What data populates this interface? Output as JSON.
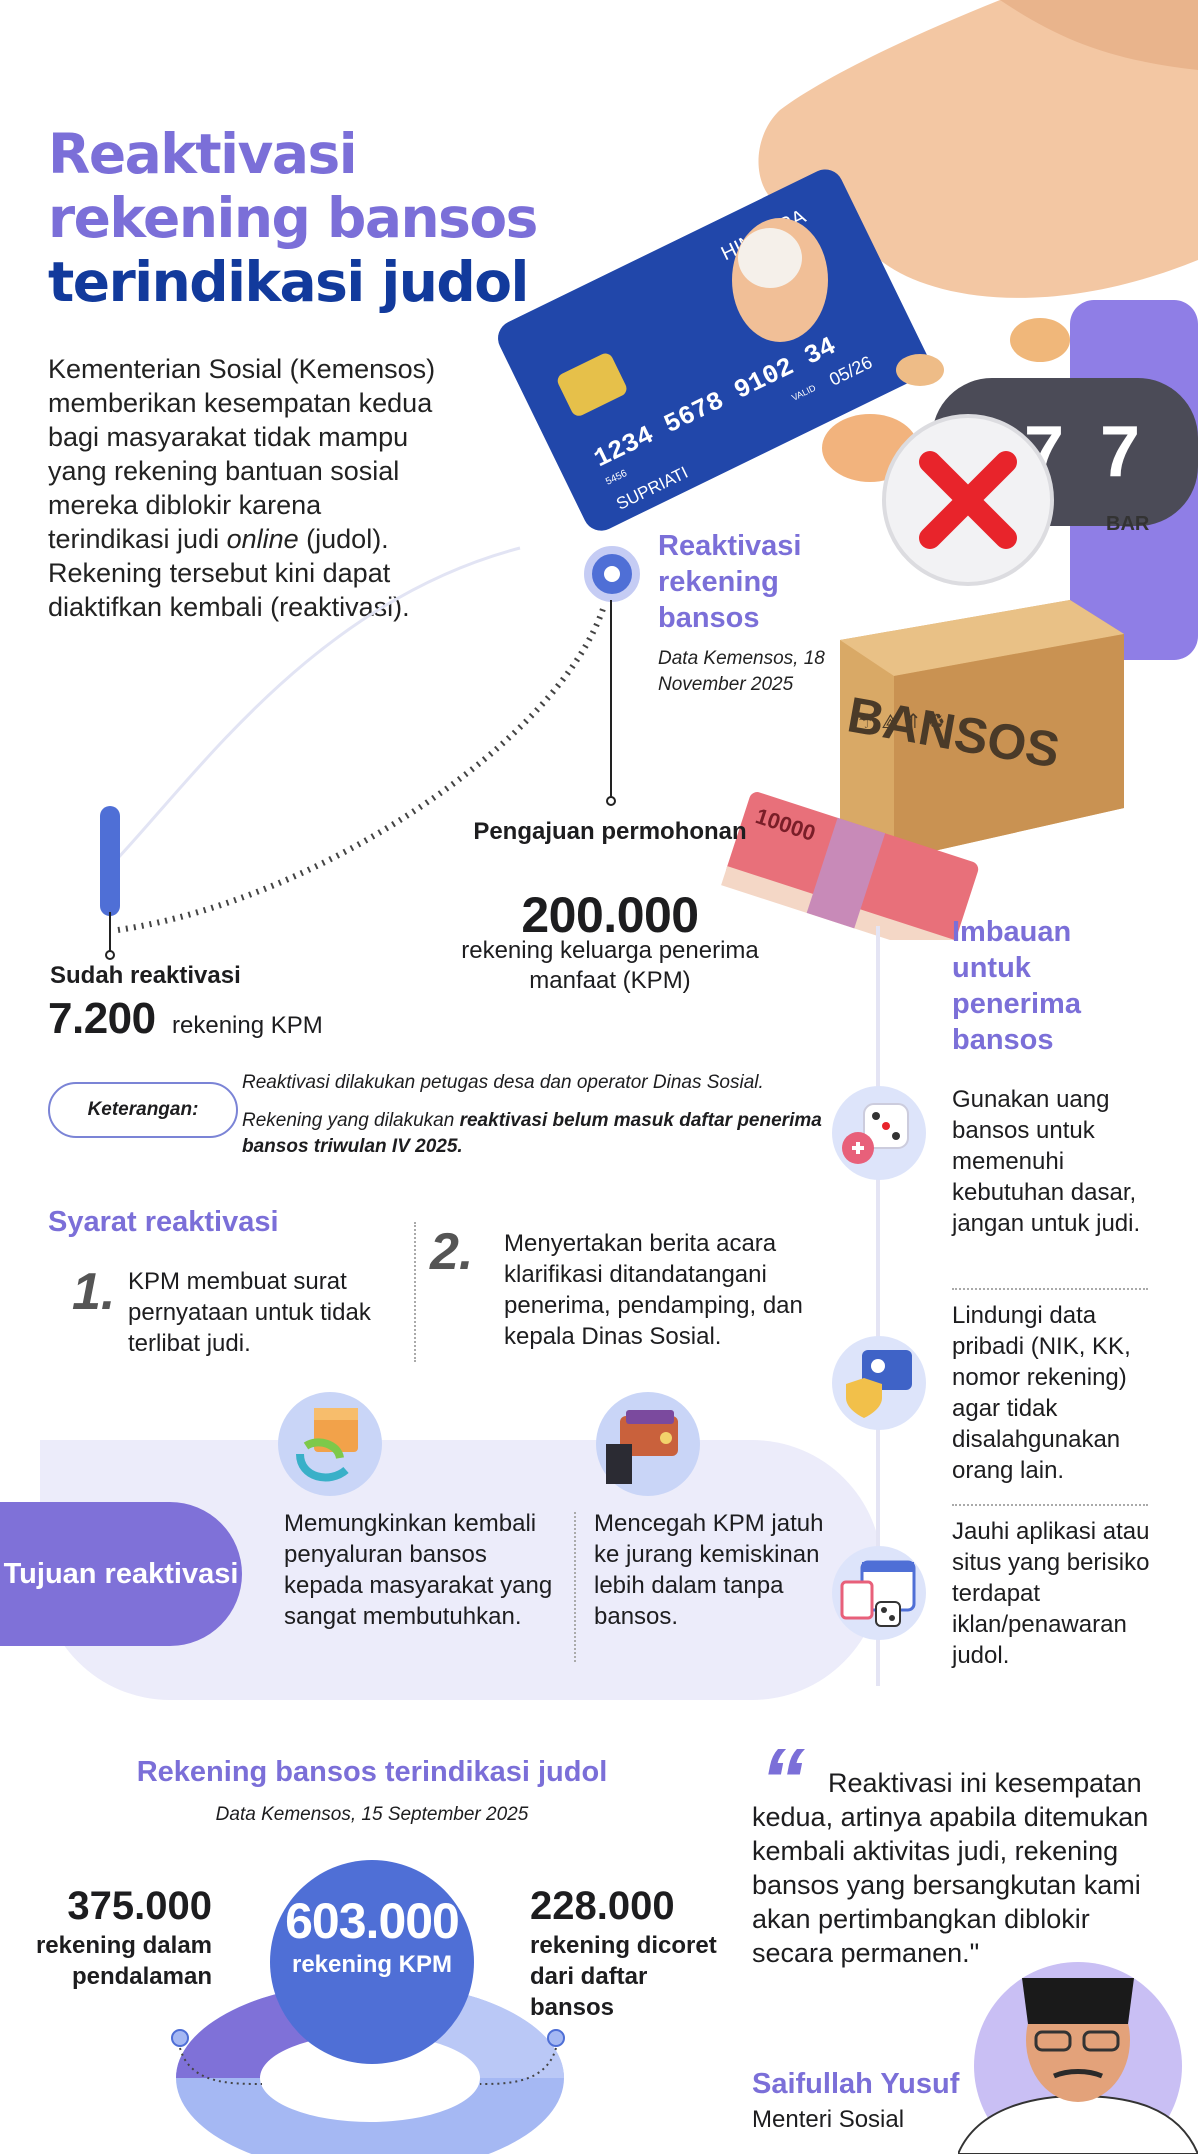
{
  "header": {
    "title_line1": "Reaktivasi",
    "title_line2": "rekening bansos",
    "title_line3": "terindikasi judol"
  },
  "intro": {
    "before_italic": "Kementerian Sosial (Kemensos) memberikan kesempatan kedua bagi masyarakat tidak mampu yang rekening bantuan sosial mereka diblokir karena terindikasi judi ",
    "italic": "online",
    "after_italic": " (judol). Rekening tersebut kini dapat diaktifkan kembali (reaktivasi)."
  },
  "illustration": {
    "card_brand": "HIMBARA",
    "card_number": "1234 5678 9102 34",
    "card_valid_label": "VALID",
    "card_expiry": "05/26",
    "card_holder": "SUPRIATI",
    "card_small": "5456",
    "box_label": "BANSOS",
    "slot_symbol": "7",
    "slot_bar": "BAR",
    "money_value": "10000"
  },
  "timeline": {
    "heading": "Reaktivasi rekening bansos",
    "source": "Data Kemensos, 18 November 2025",
    "pengajuan_label": "Pengajuan permohonan",
    "pengajuan_value": "200.000",
    "pengajuan_desc": "rekening keluarga penerima manfaat (KPM)",
    "sudah_label": "Sudah reaktivasi",
    "sudah_value": "7.200",
    "sudah_desc": "rekening KPM"
  },
  "keterangan": {
    "label": "Keterangan:",
    "line1": "Reaktivasi dilakukan petugas desa dan operator Dinas Sosial.",
    "line2_pre": "Rekening yang dilakukan ",
    "line2_bold": "reaktivasi belum masuk daftar penerima bansos triwulan IV 2025."
  },
  "syarat": {
    "heading": "Syarat reaktivasi",
    "items": [
      {
        "num": "1.",
        "text": "KPM membuat surat pernyataan untuk tidak terlibat judi."
      },
      {
        "num": "2.",
        "text": "Menyertakan berita acara klarifikasi ditandatangani penerima, pendamping, dan kepala Dinas Sosial."
      }
    ]
  },
  "tujuan": {
    "label": "Tujuan reaktivasi",
    "items": [
      "Memungkinkan kembali penyaluran bansos kepada masyarakat yang sangat membutuhkan.",
      "Mencegah KPM jatuh ke jurang kemiskinan lebih dalam tanpa bansos."
    ]
  },
  "imbauan": {
    "heading": "Imbauan untuk penerima bansos",
    "items": [
      "Gunakan uang bansos untuk memenuhi kebutuhan dasar, jangan untuk judi.",
      "Lindungi data pribadi (NIK, KK, nomor rekening) agar tidak disalahgunakan orang lain.",
      "Jauhi aplikasi atau situs yang berisiko terdapat iklan/penawaran judol."
    ]
  },
  "rekening_judol": {
    "heading": "Rekening bansos terindikasi judol",
    "source": "Data Kemensos, 15 September 2025",
    "total_value": "603.000",
    "total_desc": "rekening KPM",
    "left_value": "375.000",
    "left_desc": "rekening dalam pendalaman",
    "right_value": "228.000",
    "right_desc": "rekening dicoret dari daftar bansos"
  },
  "quote": {
    "mark": "“",
    "text": "Reaktivasi ini kesempatan kedua, artinya apabila ditemukan kembali aktivitas judi, rekening bansos yang bersangkutan kami akan pertimbangkan diblokir secara permanen.\"",
    "name": "Saifullah Yusuf",
    "role": "Menteri Sosial"
  },
  "colors": {
    "purple": "#7b6fd8",
    "navy": "#123a9c",
    "blue": "#4f6fd6",
    "panel": "#ececfa"
  }
}
